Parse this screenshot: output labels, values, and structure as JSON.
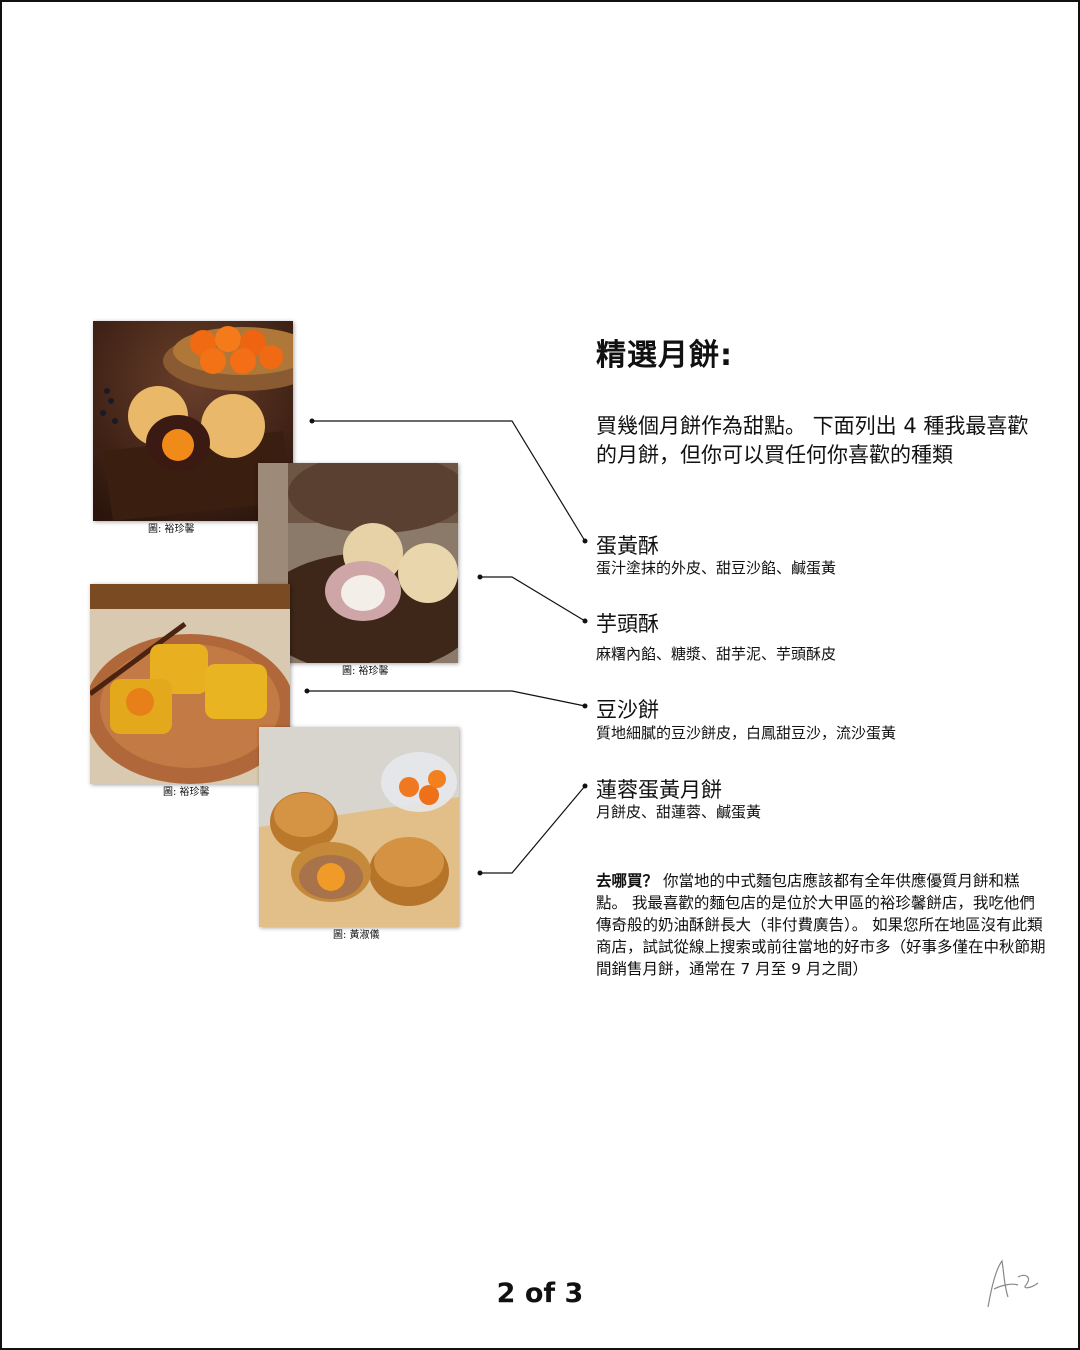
{
  "title": "精選月餅:",
  "intro": "買幾個月餅作為甜點。 下面列出 4 種我最喜歡的月餅，但你可以買任何你喜歡的種類",
  "items": [
    {
      "name": "蛋黃酥",
      "desc": "蛋汁塗抹的外皮、甜豆沙餡、鹹蛋黃"
    },
    {
      "name": "芋頭酥",
      "desc": "麻糬內餡、糖漿、甜芋泥、芋頭酥皮"
    },
    {
      "name": "豆沙餅",
      "desc": "質地細膩的豆沙餅皮，白鳳甜豆沙，流沙蛋黃"
    },
    {
      "name": "蓮蓉蛋黃月餅",
      "desc": "月餅皮、甜蓮蓉、鹹蛋黃"
    }
  ],
  "photo_credits": [
    "圖: 裕珍馨",
    "圖: 裕珍馨",
    "圖: 裕珍馨",
    "圖: 黃淑儀"
  ],
  "where": {
    "label": "去哪買？",
    "text": " 你當地的中式麵包店應該都有全年供應優質月餅和糕點。 我最喜歡的麵包店的是位於大甲區的裕珍馨餅店，我吃他們傳奇般的奶油酥餅長大（非付費廣告）。 如果您所在地區沒有此類商店，試試從線上搜索或前往當地的好市多（好事多僅在中秋節期間銷售月餅，通常在 7 月至 9 月之間）"
  },
  "page_number": "2 of 3",
  "icons": {
    "signature": "signature-icon"
  },
  "colors": {
    "text": "#111111",
    "background": "#ffffff",
    "border": "#111111"
  }
}
